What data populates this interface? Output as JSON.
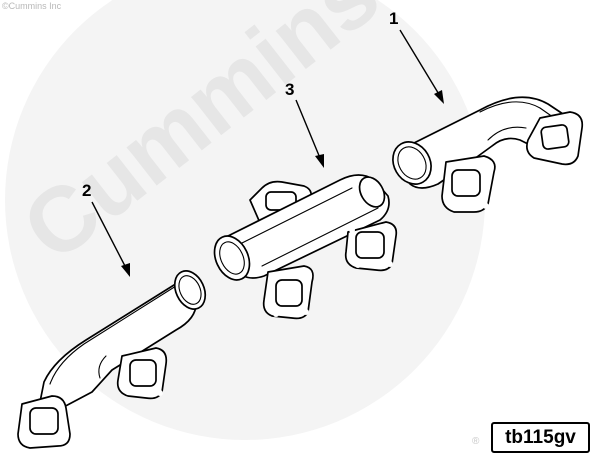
{
  "copyright": "©Cummins Inc",
  "watermark": {
    "text": "Cummins",
    "color": "#ececec"
  },
  "callouts": [
    {
      "id": "1",
      "label": "1"
    },
    {
      "id": "2",
      "label": "2"
    },
    {
      "id": "3",
      "label": "3"
    }
  ],
  "parts": [
    {
      "callout": "1",
      "name": "rear-exhaust-manifold-section"
    },
    {
      "callout": "2",
      "name": "front-exhaust-manifold-section"
    },
    {
      "callout": "3",
      "name": "center-exhaust-manifold-section"
    }
  ],
  "reference_code": "tb115gv",
  "registered_mark": "®"
}
